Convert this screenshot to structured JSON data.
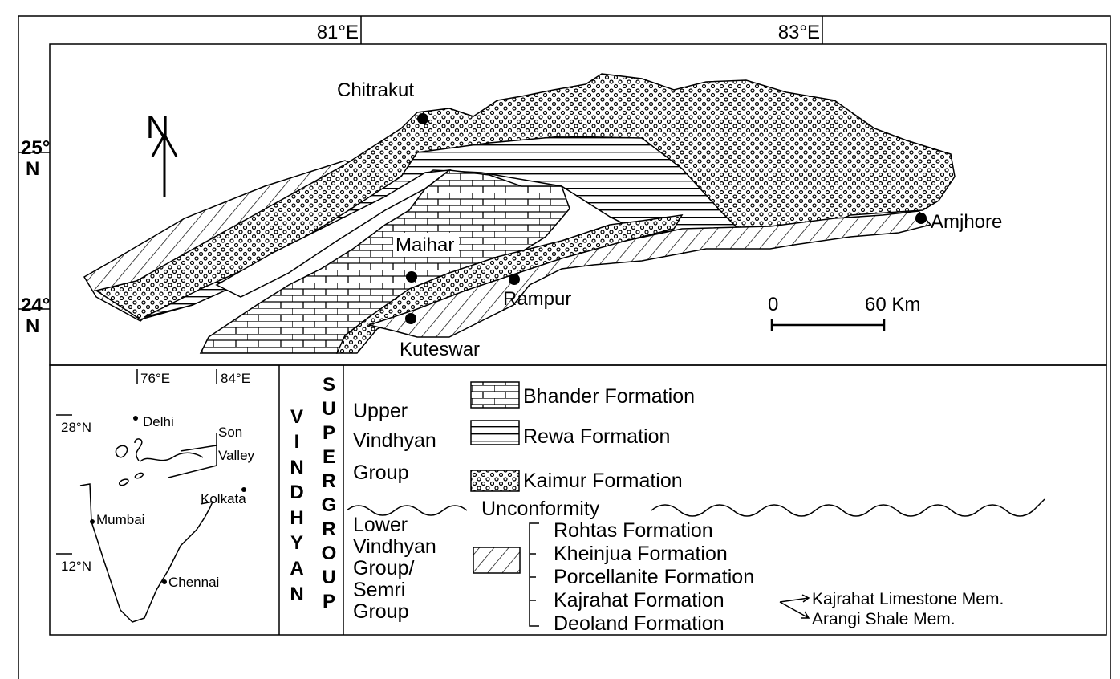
{
  "coordinates": {
    "lon_81": "81°E",
    "lon_83": "83°E",
    "lat_25": [
      "25°",
      "N"
    ],
    "lat_24": [
      "24°",
      "N"
    ]
  },
  "north_arrow": {
    "label": "N"
  },
  "places": {
    "chitrakut": "Chitrakut",
    "maihar": "Maihar",
    "rampur": "Rampur",
    "kuteswar": "Kuteswar",
    "amjhore": "Amjhore"
  },
  "scale_bar": {
    "start": "0",
    "end": "60 Km"
  },
  "inset": {
    "lon_76": "76°E",
    "lon_84": "84°E",
    "lat_28": "28°N",
    "lat_12": "12°N",
    "cities": [
      "Delhi",
      "Mumbai",
      "Kolkata",
      "Chennai"
    ],
    "region": [
      "Son",
      "Valley"
    ]
  },
  "supergroup": {
    "col1": [
      "V",
      "I",
      "N",
      "D",
      "H",
      "Y",
      "A",
      "N"
    ],
    "col2": [
      "S",
      "U",
      "P",
      "E",
      "R",
      "G",
      "R",
      "O",
      "U",
      "P"
    ]
  },
  "legend": {
    "upper_group": [
      "Upper",
      "Vindhyan",
      "Group"
    ],
    "upper_formations": [
      "Bhander Formation",
      "Rewa Formation",
      "Kaimur Formation"
    ],
    "unconformity": "Unconformity",
    "lower_group": [
      "Lower",
      "Vindhyan",
      "Group/",
      "Semri",
      "Group"
    ],
    "lower_formations": [
      "Rohtas Formation",
      "Kheinjua Formation",
      "Porcellanite Formation",
      "Kajrahat Formation",
      "Deoland Formation"
    ],
    "members": [
      "Kajrahat Limestone Mem.",
      "Arangi Shale Mem."
    ]
  },
  "patterns": {
    "bhander": "brick",
    "rewa": "horizontal-lines",
    "kaimur": "circles",
    "lower_vindhyan": "diagonal-hatch"
  }
}
